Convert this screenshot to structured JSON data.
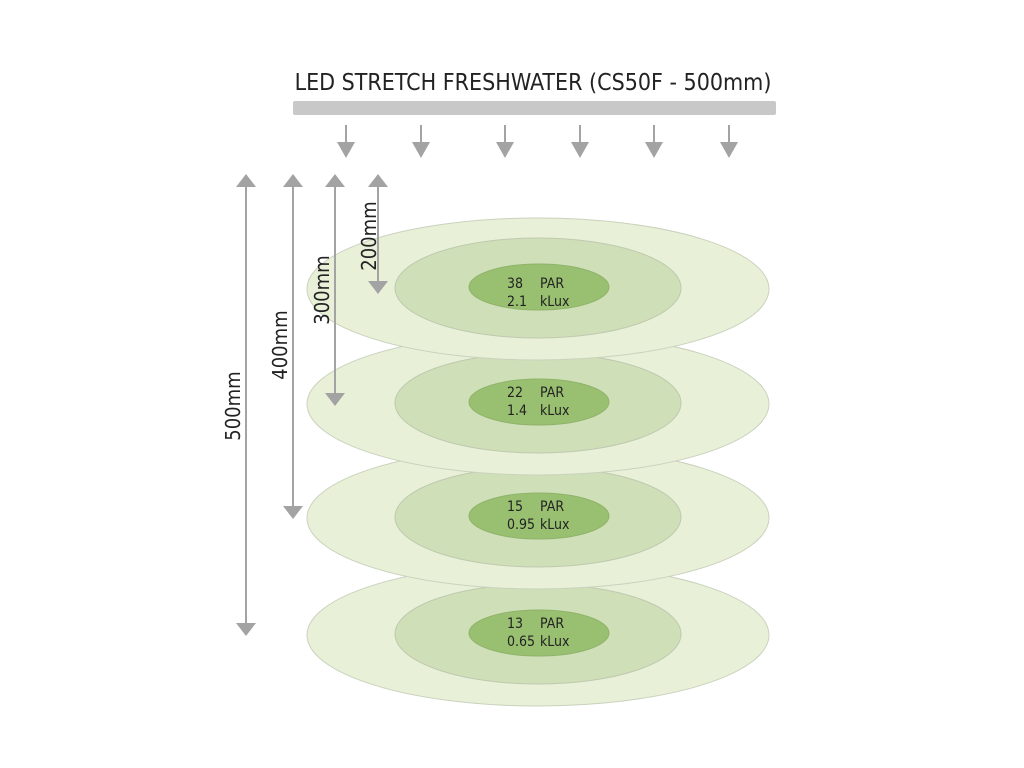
{
  "title": "LED STRETCH FRESHWATER (CS50F - 500mm)",
  "colors": {
    "bar": "#c8c8c8",
    "arrow": "#a3a3a3",
    "outer_ring": "#e8f0d8",
    "middle_ring": "#cfdfb7",
    "inner_ring": "#99c071",
    "text": "#222222"
  },
  "emitter_arrow_count": 6,
  "dimensions": [
    {
      "label": "500mm"
    },
    {
      "label": "400mm"
    },
    {
      "label": "300mm"
    },
    {
      "label": "200mm"
    }
  ],
  "levels": [
    {
      "par": "38",
      "par_unit": "PAR",
      "lux": "2.1",
      "lux_unit": "kLux"
    },
    {
      "par": "22",
      "par_unit": "PAR",
      "lux": "1.4",
      "lux_unit": "kLux"
    },
    {
      "par": "15",
      "par_unit": "PAR",
      "lux": "0.95",
      "lux_unit": "kLux"
    },
    {
      "par": "13",
      "par_unit": "PAR",
      "lux": "0.65",
      "lux_unit": "kLux"
    }
  ]
}
